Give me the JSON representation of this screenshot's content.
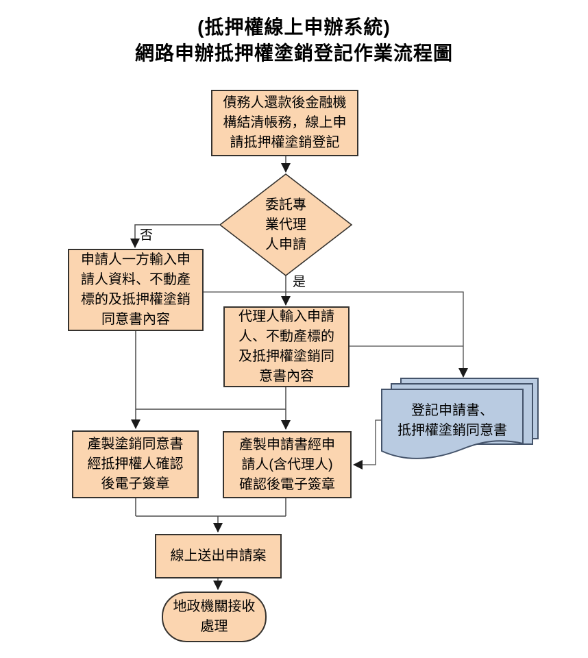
{
  "title": {
    "line1": "(抵押權線上申辦系統)",
    "line2": "網路申辦抵押權塗銷登記作業流程圖"
  },
  "nodes": {
    "start": {
      "text": "債務人還款後金融機\n構結清帳務，線上申\n請抵押權塗銷登記"
    },
    "decision": {
      "text": "委託專\n業代理\n人申請"
    },
    "applicant_input": {
      "text": "申請人一方輸入申\n請人資料、不動產\n標的及抵押權塗銷\n同意書內容"
    },
    "agent_input": {
      "text": "代理人輸入申請\n人、不動產標的\n及抵押權塗銷同\n意書內容"
    },
    "documents": {
      "text": "登記申請書、\n抵押權塗銷同意書"
    },
    "consent_sign": {
      "text": "產製塗銷同意書\n經抵押權人確認\n後電子簽章"
    },
    "application_sign": {
      "text": "產製申請書經申\n請人(含代理人)\n確認後電子簽章"
    },
    "submit": {
      "text": "線上送出申請案"
    },
    "terminal": {
      "text": "地政機關接收\n處理"
    }
  },
  "labels": {
    "no": "否",
    "yes": "是"
  },
  "colors": {
    "process_fill": "#FBD5B0",
    "process_border": "#35322e",
    "document_fill": "#B9CBE1",
    "document_border": "#44536A",
    "connector": "#4a4a4a",
    "arrowhead": "#1a1a1a",
    "text": "#000000",
    "background": "#ffffff"
  }
}
